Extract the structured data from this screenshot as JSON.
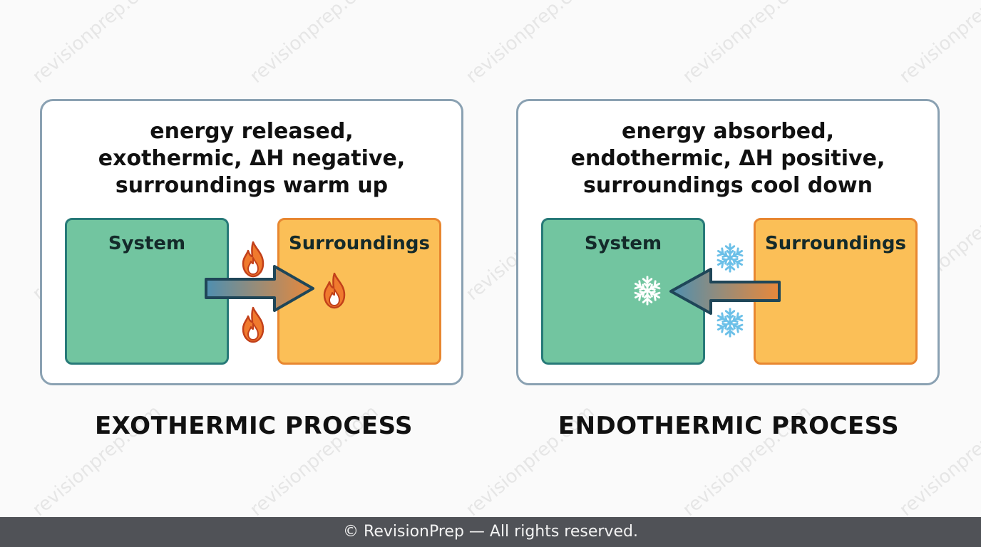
{
  "watermark": "revisionprep.com",
  "exothermic": {
    "caption_lines": [
      "energy released,",
      "exothermic, ΔH negative,",
      "surroundings warm up"
    ],
    "system_label": "System",
    "surroundings_label": "Surroundings",
    "title": "EXOTHERMIC PROCESS",
    "arrow_direction": "system-to-surroundings",
    "icon": "flame-icon"
  },
  "endothermic": {
    "caption_lines": [
      "energy absorbed,",
      "endothermic, ΔH positive,",
      "surroundings cool down"
    ],
    "system_label": "System",
    "surroundings_label": "Surroundings",
    "title": "ENDOTHERMIC PROCESS",
    "arrow_direction": "surroundings-to-system",
    "icon": "snowflake-icon"
  },
  "colors": {
    "system_fill": "#72c5a0",
    "system_border": "#277a78",
    "surroundings_fill": "#fbbf57",
    "surroundings_border": "#e88730",
    "arrow_blue": "#4e8fb0",
    "arrow_orange": "#e9883a",
    "flame": "#f07a2e",
    "snowflake": "#6cc0e8"
  },
  "footer": "© RevisionPrep — All rights reserved."
}
